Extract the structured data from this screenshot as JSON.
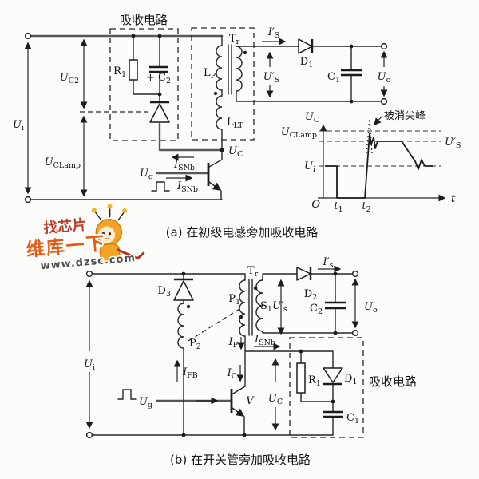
{
  "watermark": {
    "badge": "找芯片",
    "brand": "维库一下",
    "url": "www.dzsc.com"
  },
  "panel_a": {
    "caption": "(a) 在初级电感旁加吸收电路",
    "snubber_box_label": "吸收电路",
    "labels": {
      "ui": {
        "main": "U",
        "sub": "i"
      },
      "uc2": {
        "main": "U",
        "sub": "C2"
      },
      "uclamp": {
        "main": "U",
        "sub": "CLamp"
      },
      "r1": {
        "main": "R",
        "sub": "1"
      },
      "c2": {
        "pre": "+ ",
        "main": "C",
        "sub": "2"
      },
      "tr": {
        "main": "T",
        "sub": "r"
      },
      "lp": {
        "main": "L",
        "sub": "P"
      },
      "llt": {
        "main": "L",
        "sub": "LT"
      },
      "is_out": {
        "main": "I′",
        "sub": "S"
      },
      "us": {
        "main": "U′",
        "sub": "S"
      },
      "d1": {
        "main": "D",
        "sub": "1"
      },
      "c1": {
        "main": "C",
        "sub": "1"
      },
      "uo": {
        "main": "U",
        "sub": "o"
      },
      "uc": {
        "main": "U",
        "sub": "C"
      },
      "isnb_upper": {
        "main": "I",
        "sub": "SNb"
      },
      "isnb_lower": {
        "main": "I",
        "sub": "SNb"
      },
      "ug": {
        "main": "U",
        "sub": "g"
      }
    },
    "waveform": {
      "y_axis": {
        "main": "U",
        "sub": "C"
      },
      "level_uclamp": {
        "main": "U",
        "sub": "CLamp"
      },
      "level_ui": {
        "main": "U",
        "sub": "i"
      },
      "level_us": {
        "main": "U′",
        "sub": "S"
      },
      "origin": "O",
      "t_axis": "t",
      "t1": {
        "main": "t",
        "sub": "1"
      },
      "t2": {
        "main": "t",
        "sub": "2"
      },
      "annotation": "被消尖峰"
    }
  },
  "panel_b": {
    "caption": "(b) 在开关管旁加吸收电路",
    "snubber_box_label": "吸收电路",
    "labels": {
      "ui": {
        "main": "U",
        "sub": "i"
      },
      "d3": {
        "main": "D",
        "sub": "3"
      },
      "p2": {
        "main": "P",
        "sub": "2"
      },
      "p1": {
        "main": "P",
        "sub": "1"
      },
      "tr": {
        "main": "T",
        "sub": "r"
      },
      "s1us": {
        "s": "S",
        "s_sub": "1",
        "u": "U′",
        "u_sub": "s"
      },
      "d2": {
        "main": "D",
        "sub": "2"
      },
      "c2": {
        "main": "C",
        "sub": "2"
      },
      "uo": {
        "main": "U",
        "sub": "o"
      },
      "is_out": {
        "main": "I′",
        "sub": "s"
      },
      "ip": {
        "main": "I",
        "sub": "P"
      },
      "isnb": {
        "main": "I",
        "sub": "SNb"
      },
      "ifb": {
        "main": "I",
        "sub": "FB"
      },
      "ic": {
        "main": "I",
        "sub": "C"
      },
      "ug": {
        "main": "U",
        "sub": "g"
      },
      "v": {
        "main": "V"
      },
      "uc": {
        "main": "U",
        "sub": "C"
      },
      "r1": {
        "main": "R",
        "sub": "1"
      },
      "d1": {
        "main": "D",
        "sub": "1"
      },
      "c1": {
        "main": "C",
        "sub": "1"
      }
    }
  }
}
